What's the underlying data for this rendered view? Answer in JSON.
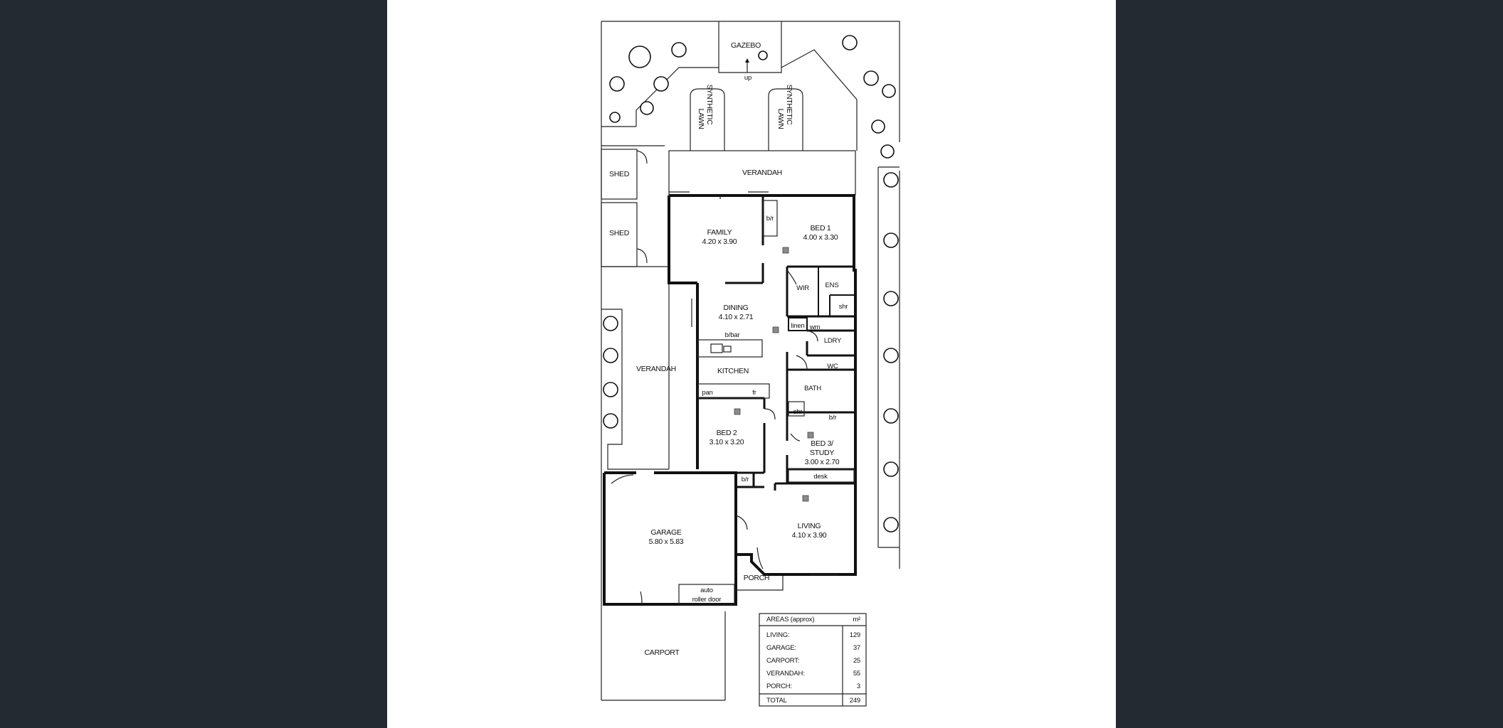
{
  "rooms": {
    "gazebo": "GAZEBO",
    "up": "up",
    "synthetic_lawn_1": "SYNTHETIC",
    "synthetic_lawn_2": "LAWN",
    "verandah_top": "VERANDAH",
    "verandah_side": "VERANDAH",
    "shed_1": "SHED",
    "shed_2": "SHED",
    "family": "FAMILY",
    "family_size": "4.20 x 3.90",
    "bir_1": "b/r",
    "bed1": "BED 1",
    "bed1_size": "4.00 x 3.30",
    "wir": "WIR",
    "ens": "ENS",
    "shr_1": "shr",
    "dining": "DINING",
    "dining_size": "4.10 x 2.71",
    "bbar": "b/bar",
    "linen": "linen",
    "wm": "wm",
    "ldry": "LDRY",
    "wc": "WC",
    "kitchen": "KITCHEN",
    "pan": "pan",
    "fr": "fr",
    "bath": "BATH",
    "shr_2": "shr",
    "bir_2": "b/r",
    "bed2": "BED 2",
    "bed2_size": "3.10 x 3.20",
    "bed3_1": "BED 3/",
    "bed3_2": "STUDY",
    "bed3_size": "3.00 x 2.70",
    "desk": "desk",
    "bir_3": "b/r",
    "living": "LIVING",
    "living_size": "4.10 x 3.90",
    "garage": "GARAGE",
    "garage_size": "5.80 x 5.83",
    "auto_1": "auto",
    "auto_2": "roller door",
    "porch": "PORCH",
    "carport": "CARPORT"
  },
  "areas_table": {
    "header": "AREAS (approx)",
    "unit": "m²",
    "rows": [
      {
        "label": "LIVING:",
        "value": "129"
      },
      {
        "label": "GARAGE:",
        "value": "37"
      },
      {
        "label": "CARPORT:",
        "value": "25"
      },
      {
        "label": "VERANDAH:",
        "value": "55"
      },
      {
        "label": "PORCH:",
        "value": "3"
      }
    ],
    "total_label": "TOTAL",
    "total_value": "249"
  }
}
